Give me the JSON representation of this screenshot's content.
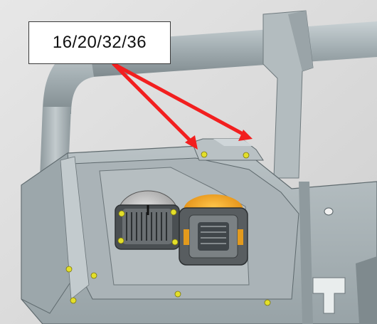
{
  "callout": {
    "text": "16/20/32/36"
  },
  "colors": {
    "background": "#dcdcdc",
    "metal": "#a9b3b7",
    "metal_dark": "#8a9498",
    "metal_light": "#c6ced1",
    "arrow": "#f21f1f",
    "bolt": "#e3df2a",
    "lamp_orange": "#f2a31f"
  },
  "annotation": {
    "arrow_count": 2,
    "target": "bracket-bolts"
  }
}
